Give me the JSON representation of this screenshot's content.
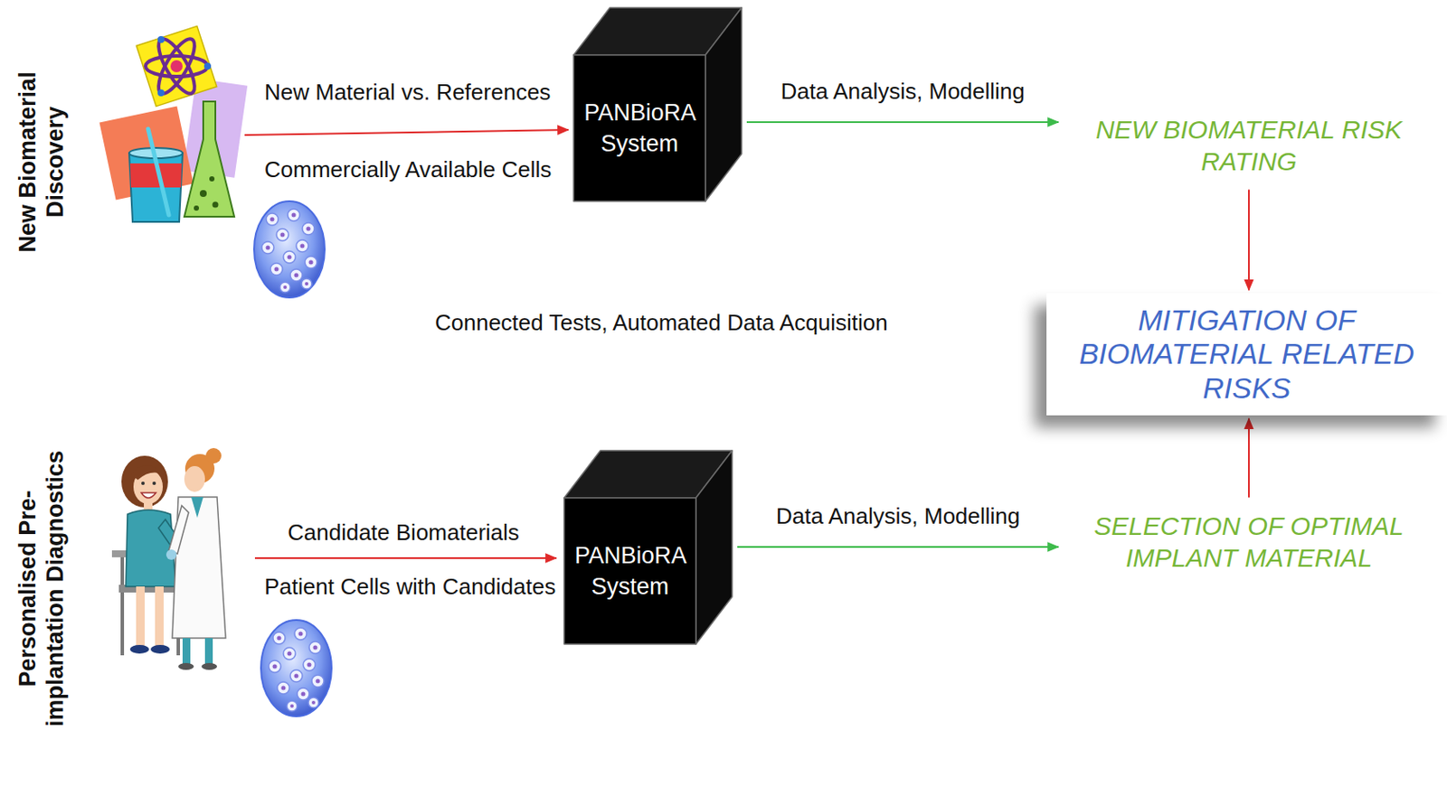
{
  "diagram": {
    "nodes": [
      {
        "text": [
          "PANBioRA System"
        ]
      },
      {
        "text": [
          "NEW BIOMATERIAL RISK RATING"
        ]
      },
      {
        "text": [
          "MITIGATION OF BIOMATERIAL RELATED RISKS"
        ]
      },
      {
        "text": [
          "PANBioRA System"
        ]
      },
      {
        "text": [
          "SELECTION OF OPTIMAL IMPLANT MATERIAL"
        ]
      }
    ],
    "edges": [
      {
        "from": 0,
        "to": 1,
        "label": "Data Analysis, Modelling",
        "arrow": "to"
      },
      {
        "from": 1,
        "to": 2,
        "arrow": "to"
      },
      {
        "from": 3,
        "to": 4,
        "label": "Data Analysis, Modelling",
        "arrow": "to"
      },
      {
        "from": 4,
        "to": 2,
        "arrow": "to"
      }
    ],
    "labels": [
      "New Biomaterial Discovery",
      "New Material vs. References",
      "Commercially Available Cells",
      "Connected Tests, Automated Data Acquisition",
      "Personalised Pre-implantation Diagnostics",
      "Candidate Biomaterials",
      "Patient Cells with Candidates"
    ]
  }
}
